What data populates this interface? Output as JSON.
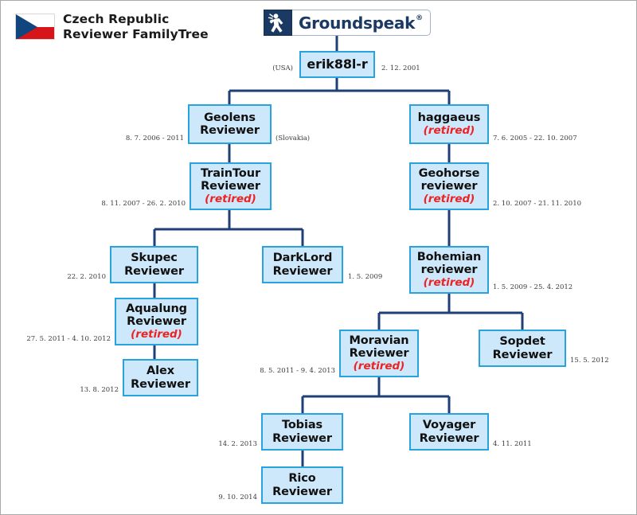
{
  "header": {
    "flag_alt": "czech-flag",
    "title": "Czech Republic\nReviewer FamilyTree",
    "logo": {
      "wordmark": "Groundspeak",
      "registered": "®",
      "mark_alt": "groundspeak-figure-icon"
    }
  },
  "colors": {
    "node_fill": "#cde8fa",
    "node_border": "#29a3e0",
    "connector": "#1f3f77",
    "retired_text": "#ee2222",
    "brand_navy": "#1b3a63",
    "flag_blue": "#11457e",
    "flag_red": "#d7141a"
  },
  "nodes": [
    {
      "id": "erik88l-r",
      "name": "erik88l-r",
      "retired": "",
      "left_note": "(USA)",
      "right_note": "2. 12. 2001"
    },
    {
      "id": "geolens",
      "name": "Geolens\nReviewer",
      "retired": "",
      "left_note": "8. 7. 2006 - 2011",
      "right_note": "(Slovakia)"
    },
    {
      "id": "haggaeus",
      "name": "haggaeus",
      "retired": "(retired)",
      "left_note": "",
      "right_note": "7. 6. 2005 - 22. 10. 2007"
    },
    {
      "id": "traintour",
      "name": "TrainTour\nReviewer",
      "retired": "(retired)",
      "left_note": "8. 11. 2007 - 26. 2. 2010",
      "right_note": ""
    },
    {
      "id": "geohorse",
      "name": "Geohorse\nreviewer",
      "retired": "(retired)",
      "left_note": "",
      "right_note": "2. 10. 2007 - 21. 11. 2010"
    },
    {
      "id": "skupec",
      "name": "Skupec\nReviewer",
      "retired": "",
      "left_note": "22. 2. 2010",
      "right_note": ""
    },
    {
      "id": "darklord",
      "name": "DarkLord\nReviewer",
      "retired": "",
      "left_note": "",
      "right_note": "1. 5. 2009"
    },
    {
      "id": "bohemian",
      "name": "Bohemian\nreviewer",
      "retired": "(retired)",
      "left_note": "",
      "right_note": "1. 5. 2009 - 25. 4. 2012"
    },
    {
      "id": "aqualung",
      "name": "Aqualung\nReviewer",
      "retired": "(retired)",
      "left_note": "27. 5. 2011 - 4. 10. 2012",
      "right_note": ""
    },
    {
      "id": "moravian",
      "name": "Moravian\nReviewer",
      "retired": "(retired)",
      "left_note": "8. 5. 2011 - 9. 4. 2013",
      "right_note": ""
    },
    {
      "id": "sopdet",
      "name": "Sopdet\nReviewer",
      "retired": "",
      "left_note": "",
      "right_note": "15. 5. 2012"
    },
    {
      "id": "alex",
      "name": "Alex\nReviewer",
      "retired": "",
      "left_note": "13. 8. 2012",
      "right_note": ""
    },
    {
      "id": "tobias",
      "name": "Tobias\nReviewer",
      "retired": "",
      "left_note": "14. 2. 2013",
      "right_note": ""
    },
    {
      "id": "voyager",
      "name": "Voyager\nReviewer",
      "retired": "",
      "left_note": "",
      "right_note": "4. 11. 2011"
    },
    {
      "id": "rico",
      "name": "Rico\nReviewer",
      "retired": "",
      "left_note": "9. 10. 2014",
      "right_note": ""
    }
  ],
  "edges": [
    {
      "from": "groundspeak-logo",
      "to": "erik88l-r"
    },
    {
      "from": "erik88l-r",
      "to": "geolens"
    },
    {
      "from": "erik88l-r",
      "to": "haggaeus"
    },
    {
      "from": "geolens",
      "to": "traintour"
    },
    {
      "from": "haggaeus",
      "to": "geohorse"
    },
    {
      "from": "traintour",
      "to": "skupec"
    },
    {
      "from": "traintour",
      "to": "darklord"
    },
    {
      "from": "geohorse",
      "to": "bohemian"
    },
    {
      "from": "skupec",
      "to": "aqualung"
    },
    {
      "from": "bohemian",
      "to": "moravian"
    },
    {
      "from": "bohemian",
      "to": "sopdet"
    },
    {
      "from": "aqualung",
      "to": "alex"
    },
    {
      "from": "moravian",
      "to": "tobias"
    },
    {
      "from": "moravian",
      "to": "voyager"
    },
    {
      "from": "tobias",
      "to": "rico"
    }
  ]
}
